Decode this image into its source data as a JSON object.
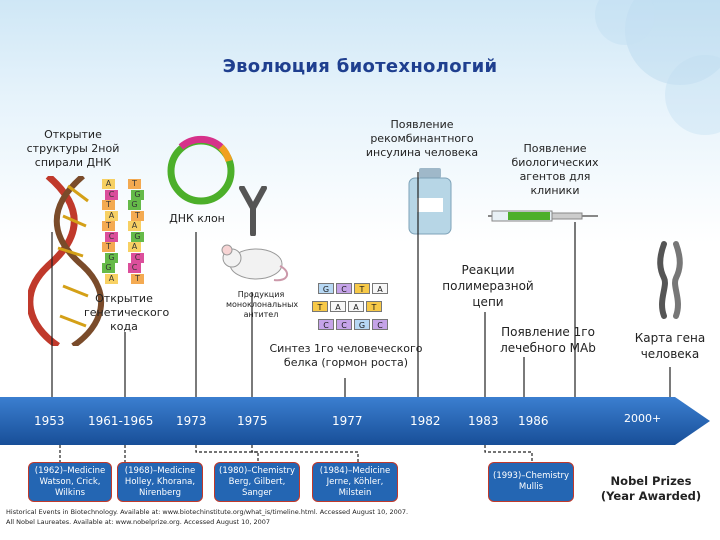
{
  "title": "Эволюция биотехнологий",
  "events": {
    "dna_structure": "Открытие структуры 2ной спирали ДНК",
    "dna_clone": "ДНК клон",
    "genetic_code": "Открытие генетического кода",
    "monoclonal": "Продукция моноклональных антител",
    "insulin": "Появление рекомбинантного инсулина человека",
    "bio_agents": "Появление биологических агентов для клиники",
    "pcr": "Реакции полимеразной цепи",
    "protein_synthesis": "Синтез 1го человеческого белка (гормон роста)",
    "first_mab": "Появление 1го лечебного MAb",
    "gene_map": "Карта гена человека"
  },
  "years": [
    "1953",
    "1961-1965",
    "1973",
    "1975",
    "1977",
    "1982",
    "1983",
    "1986",
    "2000+"
  ],
  "nobel_boxes": [
    "(1962)–Medicine Watson, Crick, Wilkins",
    "(1968)–Medicine Holley, Khorana, Nirenberg",
    "(1980)–Chemistry Berg, Gilbert, Sanger",
    "(1984)–Medicine Jerne, Köhler, Milstein",
    "(1993)–Chemistry Mullis"
  ],
  "nobel_legend": "Nobel Prizes (Year Awarded)",
  "footer": [
    "Historical Events in Biotechnology. Available at: www.biotechinstitute.org/what_is/timeline.html. Accessed August 10, 2007.",
    "All Nobel Laureates. Available at: www.nobelprize.org. Accessed August 10, 2007"
  ],
  "dna_pairs": [
    [
      "A",
      "T"
    ],
    [
      "C",
      "G"
    ],
    [
      "T",
      "G"
    ],
    [
      "A",
      "T"
    ],
    [
      "T",
      "A"
    ],
    [
      "C",
      "G"
    ],
    [
      "T",
      "A"
    ],
    [
      "G",
      "C"
    ],
    [
      "G",
      "C"
    ],
    [
      "A",
      "T"
    ]
  ],
  "sequence_rows": [
    [
      "G",
      "C",
      "T",
      "A"
    ],
    [
      "T",
      "A",
      "A",
      "T"
    ],
    [
      "C",
      "C",
      "G",
      "C"
    ]
  ],
  "colors": {
    "title": "#1f3f8f",
    "arrow": "#1e5fb0",
    "nobel_box": "#2466b3",
    "nobel_border": "#c0392b",
    "plasmid": "#4caf2a"
  }
}
